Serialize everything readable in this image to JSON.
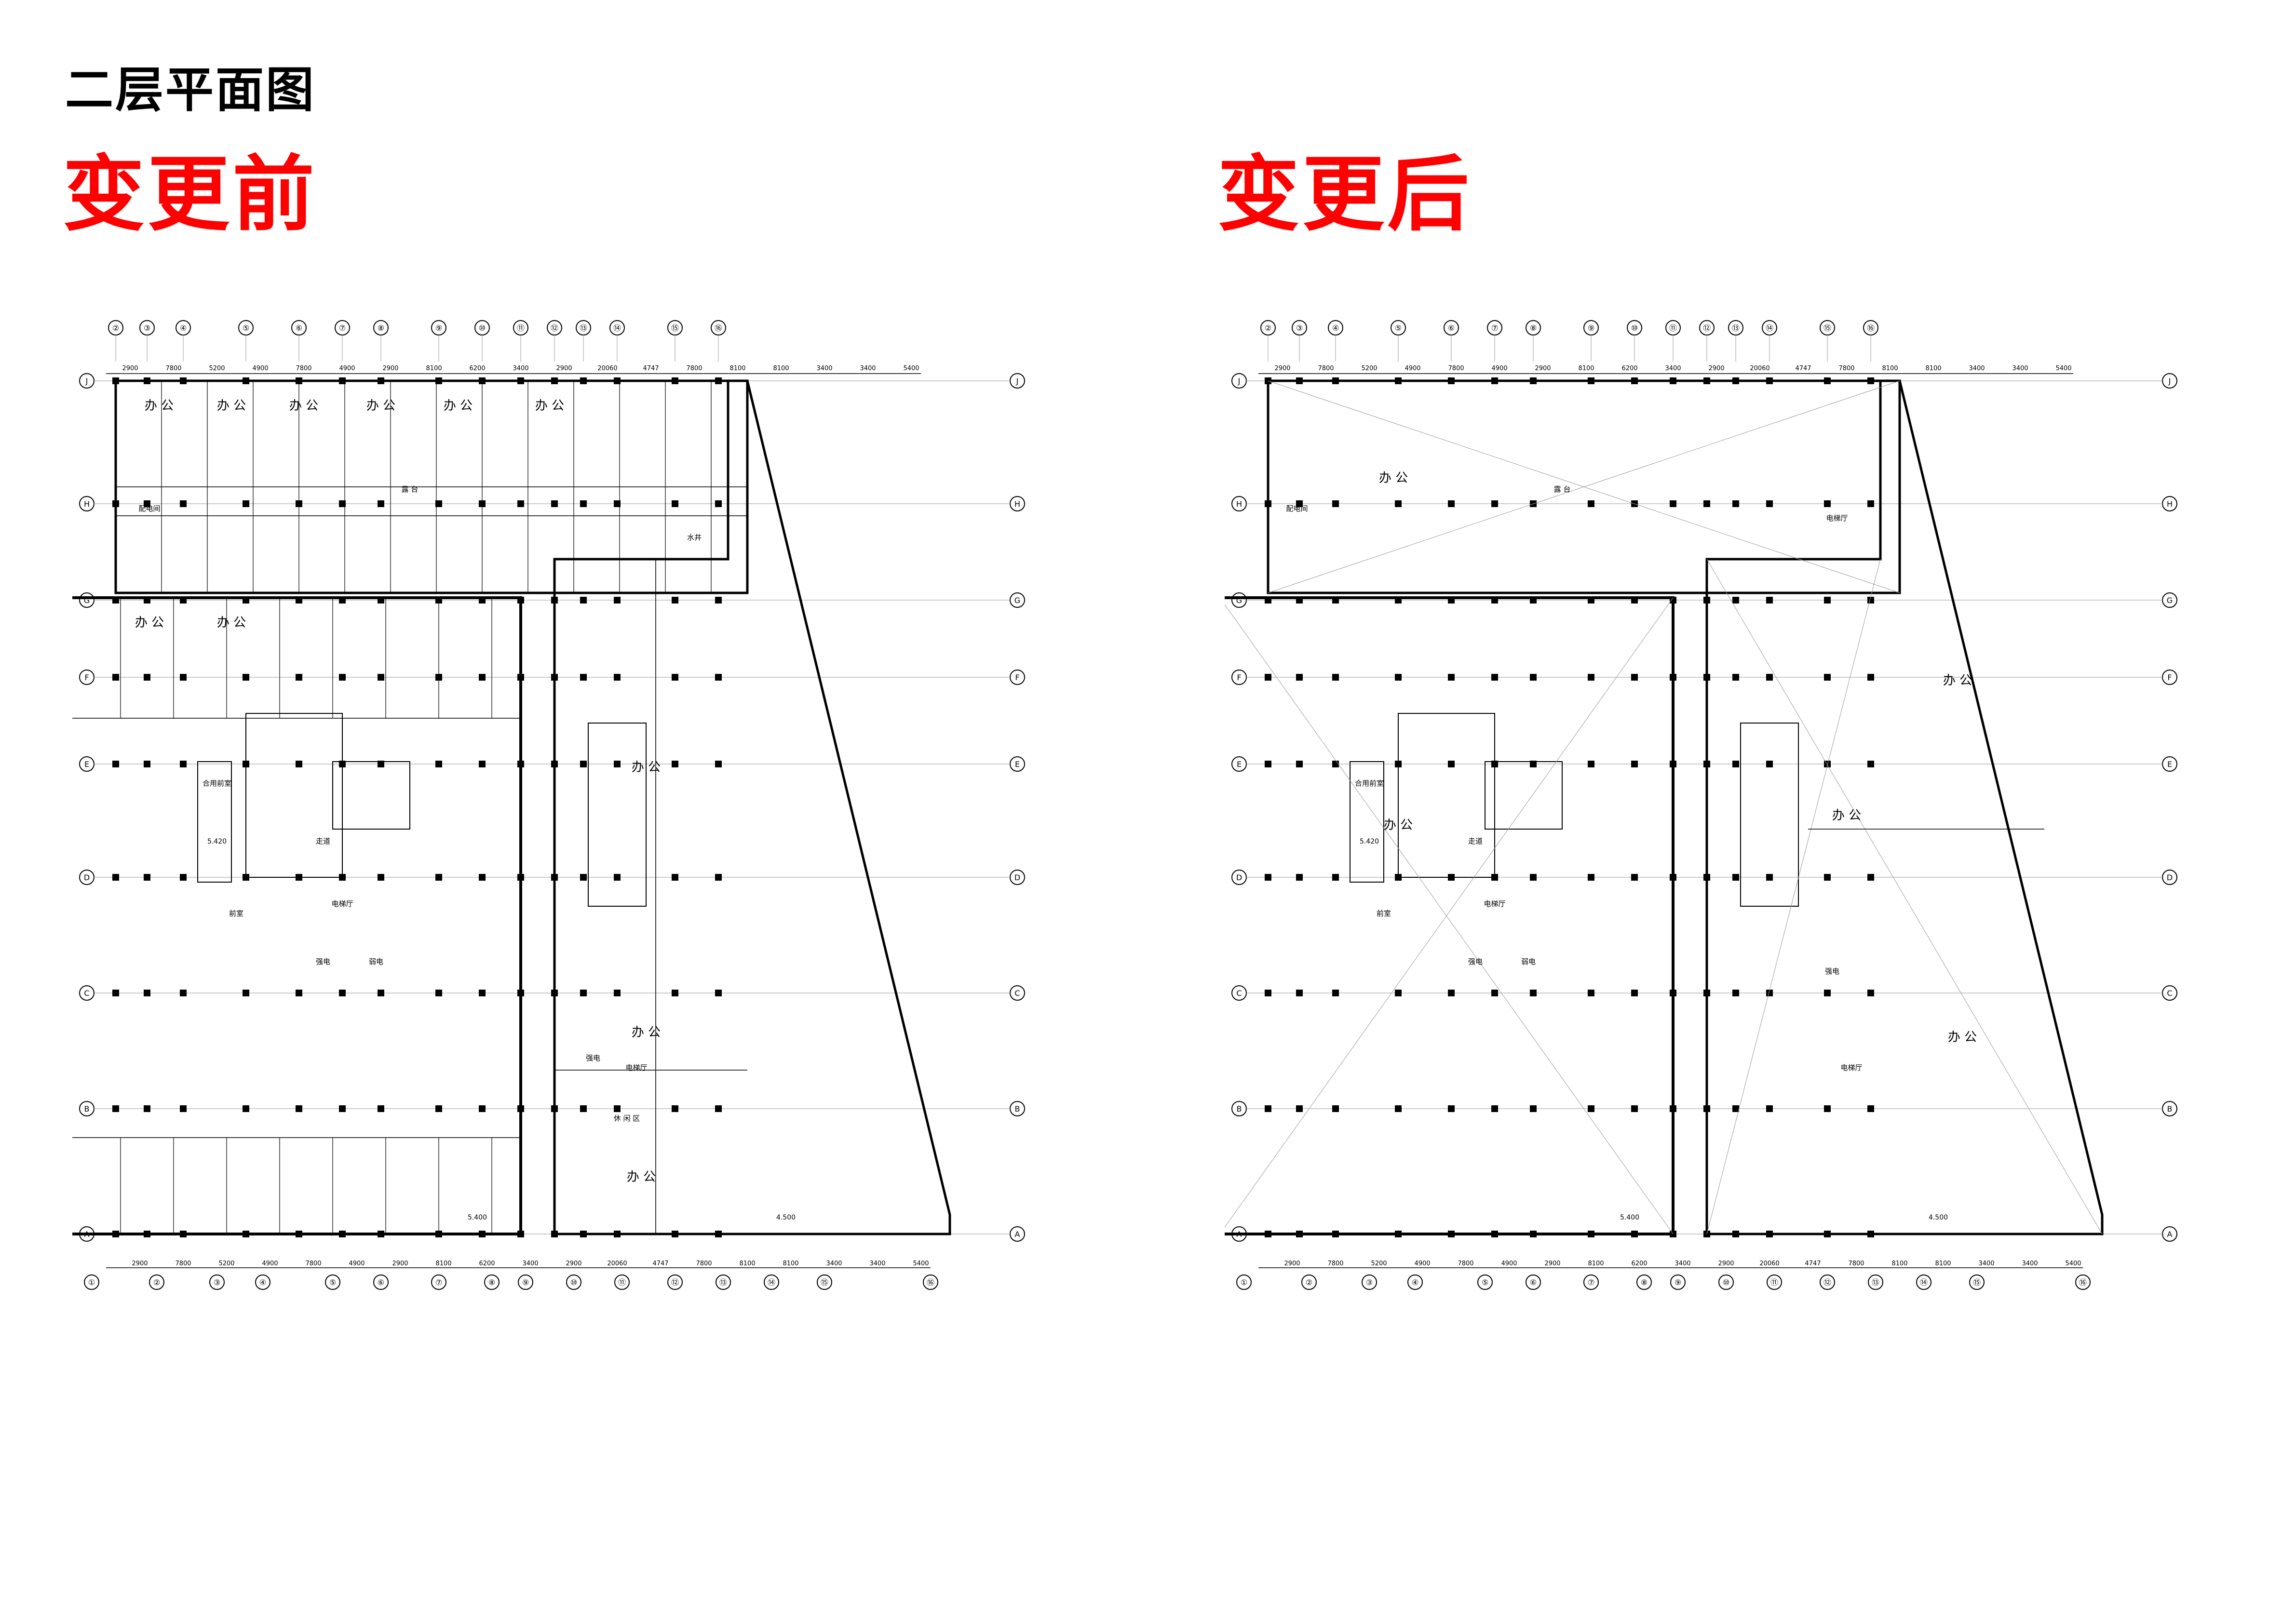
{
  "page": {
    "heading": "二层平面图"
  },
  "panels": [
    {
      "id": "before",
      "title": "变更前",
      "room_labels": [
        "办 公",
        "办 公",
        "办 公",
        "办 公",
        "办 公",
        "办 公",
        "办 公",
        "办 公",
        "配电间",
        "合用前室",
        "前室",
        "电梯厅",
        "强电",
        "弱电",
        "走道",
        "露 台",
        "办 公",
        "办 公",
        "办 公",
        "电梯厅",
        "强电",
        "休 闲 区",
        "水井"
      ],
      "axis_top": [
        "②",
        "③",
        "④",
        "⑤",
        "⑥",
        "⑦",
        "⑧",
        "⑨",
        "⑩",
        "⑪",
        "⑫",
        "⑬",
        "⑭",
        "⑮",
        "⑯"
      ],
      "axis_side": [
        "J",
        "H",
        "G",
        "F",
        "E",
        "D",
        "C",
        "B",
        "A"
      ],
      "axis_bottom": [
        "①",
        "②",
        "③",
        "④",
        "⑤",
        "⑥",
        "⑦",
        "⑧",
        "⑨",
        "⑩",
        "⑪",
        "⑫",
        "⑬",
        "⑭",
        "⑮",
        "⑯"
      ],
      "dims": [
        "2900",
        "7800",
        "5200",
        "4900",
        "7800",
        "4900",
        "2900",
        "8100",
        "6200",
        "3400",
        "2900",
        "20060",
        "4747",
        "7800",
        "8100",
        "8100",
        "3400",
        "3400",
        "5400"
      ],
      "levels": [
        "5.400",
        "4.500",
        "5.420"
      ]
    },
    {
      "id": "after",
      "title": "变更后",
      "room_labels": [
        "办 公",
        "配电间",
        "露 台",
        "电梯厅",
        "办 公",
        "合用前室",
        "前室",
        "电梯厅",
        "强电",
        "弱电",
        "走道",
        "办 公",
        "办 公",
        "强电",
        "电梯厅",
        "办 公"
      ],
      "axis_top": [
        "②",
        "③",
        "④",
        "⑤",
        "⑥",
        "⑦",
        "⑧",
        "⑨",
        "⑩",
        "⑪",
        "⑫",
        "⑬",
        "⑭",
        "⑮",
        "⑯"
      ],
      "axis_side": [
        "J",
        "H",
        "G",
        "F",
        "E",
        "D",
        "C",
        "B",
        "A"
      ],
      "axis_bottom": [
        "①",
        "②",
        "③",
        "④",
        "⑤",
        "⑥",
        "⑦",
        "⑧",
        "⑨",
        "⑩",
        "⑪",
        "⑫",
        "⑬",
        "⑭",
        "⑮",
        "⑯"
      ],
      "dims": [
        "2900",
        "7800",
        "5200",
        "4900",
        "7800",
        "4900",
        "2900",
        "8100",
        "6200",
        "3400",
        "2900",
        "20060",
        "4747",
        "7800",
        "8100",
        "8100",
        "3400",
        "3400",
        "5400"
      ],
      "levels": [
        "5.400",
        "4.500",
        "5.420"
      ]
    }
  ],
  "colors": {
    "heading": "#000000",
    "title": "#ff0000",
    "line": "#000000",
    "grid": "#9a9a9a"
  }
}
